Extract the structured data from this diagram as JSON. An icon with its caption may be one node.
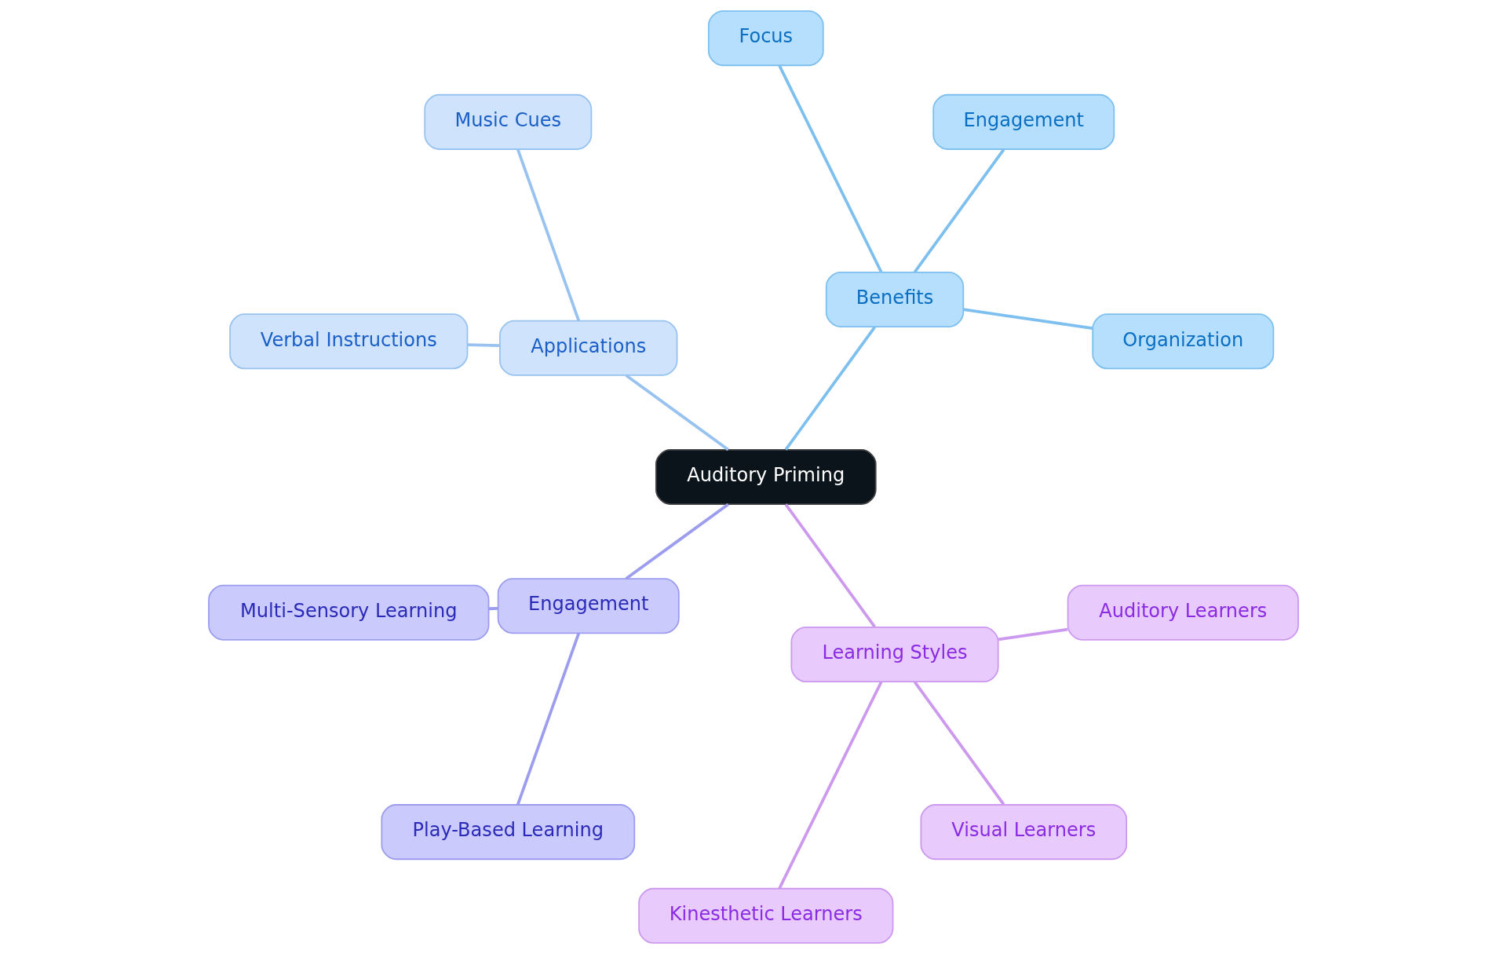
{
  "diagram": {
    "nodes": [
      {
        "text": [
          "Auditory Priming"
        ]
      },
      {
        "text": [
          "Benefits"
        ]
      },
      {
        "text": [
          "Organization"
        ]
      },
      {
        "text": [
          "Engagement"
        ]
      },
      {
        "text": [
          "Focus"
        ]
      },
      {
        "text": [
          "Applications"
        ]
      },
      {
        "text": [
          "Music Cues"
        ]
      },
      {
        "text": [
          "Verbal Instructions"
        ]
      },
      {
        "text": [
          "Engagement"
        ]
      },
      {
        "text": [
          "Multi-Sensory Learning"
        ]
      },
      {
        "text": [
          "Play-Based Learning"
        ]
      },
      {
        "text": [
          "Learning Styles"
        ]
      },
      {
        "text": [
          "Kinesthetic Learners"
        ]
      },
      {
        "text": [
          "Visual Learners"
        ]
      },
      {
        "text": [
          "Auditory Learners"
        ]
      }
    ],
    "edges": [
      {
        "from": 0,
        "to": 1,
        "arrow": "none",
        "color": "#7dc0ef"
      },
      {
        "from": 1,
        "to": 2,
        "arrow": "none",
        "color": "#7dc0ef"
      },
      {
        "from": 1,
        "to": 3,
        "arrow": "none",
        "color": "#7dc0ef"
      },
      {
        "from": 1,
        "to": 4,
        "arrow": "none",
        "color": "#7dc0ef"
      },
      {
        "from": 0,
        "to": 5,
        "arrow": "none",
        "color": "#98c2f0"
      },
      {
        "from": 5,
        "to": 6,
        "arrow": "none",
        "color": "#98c2f0"
      },
      {
        "from": 5,
        "to": 7,
        "arrow": "none",
        "color": "#98c2f0"
      },
      {
        "from": 0,
        "to": 8,
        "arrow": "none",
        "color": "#9d9df0"
      },
      {
        "from": 8,
        "to": 9,
        "arrow": "none",
        "color": "#9d9df0"
      },
      {
        "from": 8,
        "to": 10,
        "arrow": "none",
        "color": "#9d9df0"
      },
      {
        "from": 0,
        "to": 11,
        "arrow": "none",
        "color": "#cc99ee"
      },
      {
        "from": 11,
        "to": 12,
        "arrow": "none",
        "color": "#cc99ee"
      },
      {
        "from": 11,
        "to": 13,
        "arrow": "none",
        "color": "#cc99ee"
      },
      {
        "from": 11,
        "to": 14,
        "arrow": "none",
        "color": "#cc99ee"
      }
    ]
  }
}
